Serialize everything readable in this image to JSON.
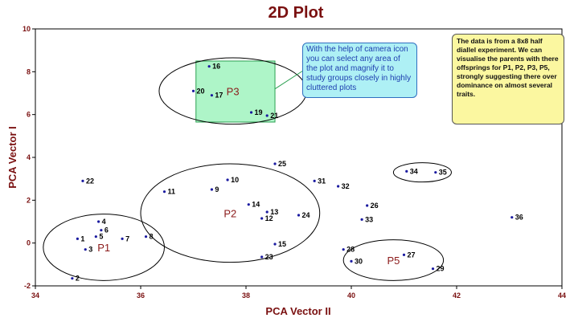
{
  "chart_data": {
    "type": "scatter",
    "title": "2D  Plot",
    "xlabel": "PCA Vector II",
    "ylabel": "PCA Vector I",
    "xlim": [
      34,
      44
    ],
    "ylim": [
      -2,
      10
    ],
    "xticks": [
      "34",
      "36",
      "38",
      "40",
      "42",
      "44"
    ],
    "yticks": [
      "-2",
      "0",
      "2",
      "4",
      "6",
      "8",
      "10"
    ],
    "grid": false,
    "points": [
      {
        "label": "1",
        "x": 34.8,
        "y": 0.2
      },
      {
        "label": "2",
        "x": 34.7,
        "y": -1.65
      },
      {
        "label": "3",
        "x": 34.95,
        "y": -0.3
      },
      {
        "label": "4",
        "x": 35.2,
        "y": 1.0
      },
      {
        "label": "5",
        "x": 35.15,
        "y": 0.3
      },
      {
        "label": "6",
        "x": 35.25,
        "y": 0.6
      },
      {
        "label": "7",
        "x": 35.65,
        "y": 0.2
      },
      {
        "label": "8",
        "x": 36.1,
        "y": 0.3
      },
      {
        "label": "9",
        "x": 37.35,
        "y": 2.5
      },
      {
        "label": "10",
        "x": 37.65,
        "y": 2.95
      },
      {
        "label": "11",
        "x": 36.45,
        "y": 2.4
      },
      {
        "label": "12",
        "x": 38.3,
        "y": 1.15
      },
      {
        "label": "13",
        "x": 38.4,
        "y": 1.45
      },
      {
        "label": "14",
        "x": 38.05,
        "y": 1.8
      },
      {
        "label": "15",
        "x": 38.55,
        "y": -0.05
      },
      {
        "label": "16",
        "x": 37.3,
        "y": 8.25
      },
      {
        "label": "17",
        "x": 37.35,
        "y": 6.9
      },
      {
        "label": "19",
        "x": 38.1,
        "y": 6.1
      },
      {
        "label": "20",
        "x": 37.0,
        "y": 7.1
      },
      {
        "label": "21",
        "x": 38.4,
        "y": 5.95
      },
      {
        "label": "22",
        "x": 34.9,
        "y": 2.9
      },
      {
        "label": "23",
        "x": 38.3,
        "y": -0.65
      },
      {
        "label": "24",
        "x": 39.0,
        "y": 1.3
      },
      {
        "label": "25",
        "x": 38.55,
        "y": 3.7
      },
      {
        "label": "26",
        "x": 40.3,
        "y": 1.75
      },
      {
        "label": "27",
        "x": 41.0,
        "y": -0.55
      },
      {
        "label": "28",
        "x": 39.85,
        "y": -0.3
      },
      {
        "label": "29",
        "x": 41.55,
        "y": -1.2
      },
      {
        "label": "30",
        "x": 40.0,
        "y": -0.85
      },
      {
        "label": "31",
        "x": 39.3,
        "y": 2.9
      },
      {
        "label": "32",
        "x": 39.75,
        "y": 2.65
      },
      {
        "label": "33",
        "x": 40.2,
        "y": 1.1
      },
      {
        "label": "34",
        "x": 41.05,
        "y": 3.35
      },
      {
        "label": "35",
        "x": 41.6,
        "y": 3.3
      },
      {
        "label": "36",
        "x": 43.05,
        "y": 1.2
      }
    ],
    "groups": [
      {
        "label": "P1",
        "cx": 35.3,
        "cy": -0.2,
        "rx": 1.15,
        "ry": 1.55
      },
      {
        "label": "P2",
        "cx": 37.7,
        "cy": 1.4,
        "rx": 1.7,
        "ry": 2.3
      },
      {
        "label": "P3",
        "cx": 37.75,
        "cy": 7.1,
        "rx": 1.4,
        "ry": 1.55
      },
      {
        "label": "P5",
        "cx": 40.8,
        "cy": -0.8,
        "rx": 0.95,
        "ry": 0.95
      },
      {
        "label": "",
        "cx": 41.35,
        "cy": 3.3,
        "rx": 0.55,
        "ry": 0.45
      }
    ],
    "selection_box": {
      "x0": 37.05,
      "x1": 38.55,
      "y0": 5.65,
      "y1": 8.5
    },
    "annotations": {
      "camera_note": "With the help of camera icon you can select any area of the plot and magnify it to study groups closely in highly cluttered plots",
      "data_note": "The data is from a 8x8 half diallel experiment. We can visualise the parents with there offsprings for P1, P2, P3, P5, strongly suggesting there over dominance on almost several traits."
    },
    "colors": {
      "point": "#1a1aa0",
      "axis_text": "#7a1010",
      "group_label": "#8b1a1a",
      "selection_fill": "#aef5c8",
      "selection_stroke": "#2aa050",
      "camera_note_bg": "#aef0f5",
      "data_note_bg": "#fbf7a0"
    }
  }
}
